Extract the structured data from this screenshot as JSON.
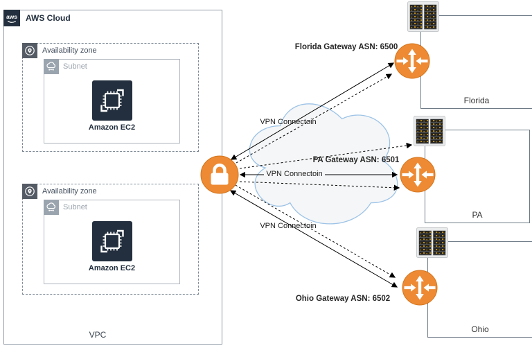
{
  "aws": {
    "cloud_label": "AWS Cloud",
    "vpc_label": "VPC",
    "availability_zones": [
      {
        "label": "Availability zone",
        "subnet_label": "Subnet",
        "instance_label": "Amazon EC2"
      },
      {
        "label": "Availability zone",
        "subnet_label": "Subnet",
        "instance_label": "Amazon EC2"
      }
    ]
  },
  "sites": [
    {
      "name": "Florida",
      "asn_label": "Florida Gateway ASN: 6500"
    },
    {
      "name": "PA",
      "asn_label": "PA Gateway ASN: 6501"
    },
    {
      "name": "Ohio",
      "asn_label": "Ohio Gateway ASN: 6502"
    }
  ],
  "connections": [
    {
      "label": "VPN Connectoin",
      "style": "solid-double-arrow",
      "from": "vpn-gateway",
      "to": "florida-router"
    },
    {
      "label": "VPN Connectoin",
      "style": "solid-double-arrow",
      "from": "vpn-gateway",
      "to": "pa-router"
    },
    {
      "label": "VPN Connectoin",
      "style": "solid-double-arrow",
      "from": "vpn-gateway",
      "to": "ohio-router"
    }
  ],
  "icons": {
    "aws_logo": "aws-logo-icon",
    "availability_zone": "location-pin-icon",
    "subnet": "subnet-cloud-icon",
    "ec2": "ec2-chip-icon",
    "vpn_gateway": "lock-icon",
    "router": "router-arrows-icon",
    "server_rack": "server-rack-icon"
  },
  "colors": {
    "orange": "#ED8A33",
    "navy": "#232F3E",
    "cloud_stroke": "#9CC3E7",
    "cloud_fill": "#F5F6F7",
    "rack_led": "#D9A41F"
  }
}
